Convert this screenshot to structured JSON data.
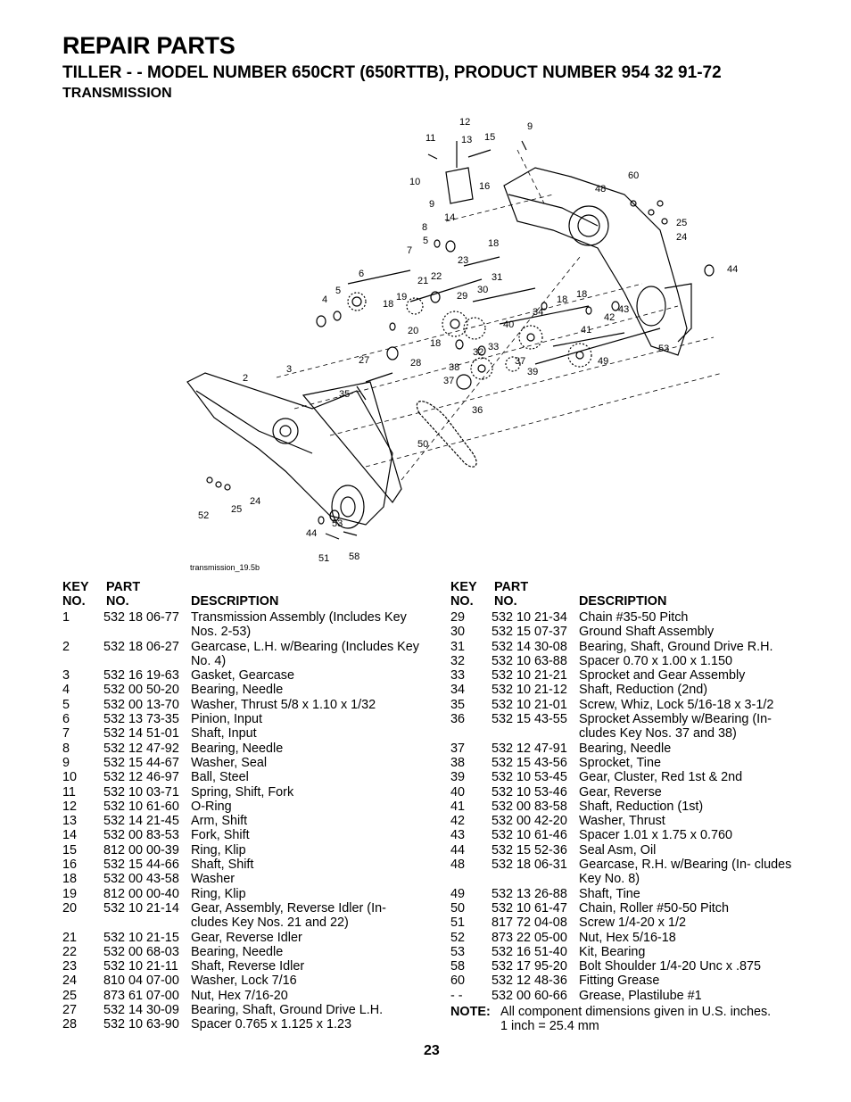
{
  "header": {
    "title": "REPAIR PARTS",
    "subtitle": "TILLER - - MODEL NUMBER 650CRT (650RTTB), PRODUCT NUMBER 954 32 91-72",
    "section": "TRANSMISSION"
  },
  "diagram": {
    "caption": "transmission_19.5b",
    "callouts": [
      "12",
      "9",
      "11",
      "13",
      "15",
      "10",
      "16",
      "60",
      "48",
      "9",
      "14",
      "25",
      "24",
      "8",
      "5",
      "18",
      "7",
      "23",
      "44",
      "6",
      "22",
      "31",
      "21",
      "4",
      "5",
      "19",
      "29",
      "30",
      "18",
      "18",
      "18",
      "34",
      "42",
      "43",
      "40",
      "41",
      "20",
      "18",
      "53",
      "33",
      "32",
      "27",
      "28",
      "3",
      "38",
      "37",
      "39",
      "49",
      "2",
      "37",
      "35",
      "36",
      "50",
      "24",
      "52",
      "25",
      "53",
      "44",
      "51",
      "58"
    ]
  },
  "table_headers": {
    "key_line1": "KEY",
    "key_line2": "NO.",
    "part_line1": "PART",
    "part_line2": "NO.",
    "desc": "DESCRIPTION"
  },
  "parts_left": [
    {
      "key": "1",
      "part": "532 18 06-77",
      "desc": "Transmission Assembly (Includes Key Nos. 2-53)"
    },
    {
      "key": "2",
      "part": "532 18 06-27",
      "desc": "Gearcase, L.H. w/Bearing (Includes Key No. 4)"
    },
    {
      "key": "3",
      "part": "532 16 19-63",
      "desc": "Gasket, Gearcase"
    },
    {
      "key": "4",
      "part": "532 00 50-20",
      "desc": "Bearing, Needle"
    },
    {
      "key": "5",
      "part": "532 00 13-70",
      "desc": "Washer, Thrust 5/8 x 1.10 x 1/32"
    },
    {
      "key": "6",
      "part": "532 13 73-35",
      "desc": "Pinion, Input"
    },
    {
      "key": "7",
      "part": "532 14 51-01",
      "desc": "Shaft, Input"
    },
    {
      "key": "8",
      "part": "532 12 47-92",
      "desc": "Bearing, Needle"
    },
    {
      "key": "9",
      "part": "532 15 44-67",
      "desc": "Washer, Seal"
    },
    {
      "key": "10",
      "part": "532 12 46-97",
      "desc": "Ball, Steel"
    },
    {
      "key": "11",
      "part": "532 10 03-71",
      "desc": "Spring, Shift, Fork"
    },
    {
      "key": "12",
      "part": "532 10 61-60",
      "desc": "O-Ring"
    },
    {
      "key": "13",
      "part": "532 14 21-45",
      "desc": "Arm, Shift"
    },
    {
      "key": "14",
      "part": "532 00 83-53",
      "desc": "Fork, Shift"
    },
    {
      "key": "15",
      "part": "812 00 00-39",
      "desc": "Ring, Klip"
    },
    {
      "key": "16",
      "part": "532 15 44-66",
      "desc": "Shaft, Shift"
    },
    {
      "key": "18",
      "part": "532 00 43-58",
      "desc": "Washer"
    },
    {
      "key": "19",
      "part": "812 00 00-40",
      "desc": "Ring, Klip"
    },
    {
      "key": "20",
      "part": "532 10 21-14",
      "desc": "Gear, Assembly, Reverse Idler (In- cludes Key Nos. 21 and 22)"
    },
    {
      "key": "21",
      "part": "532 10 21-15",
      "desc": "Gear, Reverse Idler"
    },
    {
      "key": "22",
      "part": "532 00 68-03",
      "desc": "Bearing, Needle"
    },
    {
      "key": "23",
      "part": "532 10 21-11",
      "desc": "Shaft, Reverse Idler"
    },
    {
      "key": "24",
      "part": "810 04 07-00",
      "desc": "Washer, Lock 7/16"
    },
    {
      "key": "25",
      "part": "873 61 07-00",
      "desc": "Nut, Hex 7/16-20"
    },
    {
      "key": "27",
      "part": "532 14 30-09",
      "desc": "Bearing, Shaft, Ground Drive L.H."
    },
    {
      "key": "28",
      "part": "532 10 63-90",
      "desc": "Spacer 0.765 x 1.125 x 1.23"
    }
  ],
  "parts_right": [
    {
      "key": "29",
      "part": "532 10 21-34",
      "desc": "Chain #35-50 Pitch"
    },
    {
      "key": "30",
      "part": "532 15 07-37",
      "desc": "Ground Shaft Assembly"
    },
    {
      "key": "31",
      "part": "532 14 30-08",
      "desc": "Bearing, Shaft, Ground Drive R.H."
    },
    {
      "key": "32",
      "part": "532 10 63-88",
      "desc": "Spacer 0.70 x 1.00 x 1.150"
    },
    {
      "key": "33",
      "part": "532 10 21-21",
      "desc": "Sprocket and Gear Assembly"
    },
    {
      "key": "34",
      "part": "532 10 21-12",
      "desc": "Shaft, Reduction (2nd)"
    },
    {
      "key": "35",
      "part": "532 10 21-01",
      "desc": "Screw, Whiz, Lock 5/16-18 x 3-1/2"
    },
    {
      "key": "36",
      "part": "532 15 43-55",
      "desc": "Sprocket Assembly w/Bearing (In- cludes Key Nos. 37 and 38)"
    },
    {
      "key": "37",
      "part": "532 12 47-91",
      "desc": "Bearing, Needle"
    },
    {
      "key": "38",
      "part": "532 15 43-56",
      "desc": "Sprocket, Tine"
    },
    {
      "key": "39",
      "part": "532 10 53-45",
      "desc": "Gear, Cluster, Red 1st & 2nd"
    },
    {
      "key": "40",
      "part": "532 10 53-46",
      "desc": "Gear, Reverse"
    },
    {
      "key": "41",
      "part": "532 00 83-58",
      "desc": "Shaft, Reduction (1st)"
    },
    {
      "key": "42",
      "part": "532 00 42-20",
      "desc": "Washer, Thrust"
    },
    {
      "key": "43",
      "part": "532 10 61-46",
      "desc": "Spacer 1.01 x 1.75 x 0.760"
    },
    {
      "key": "44",
      "part": "532 15 52-36",
      "desc": "Seal Asm, Oil"
    },
    {
      "key": "48",
      "part": "532 18 06-31",
      "desc": "Gearcase, R.H. w/Bearing (In- cludes Key No. 8)"
    },
    {
      "key": "49",
      "part": "532 13 26-88",
      "desc": "Shaft, Tine"
    },
    {
      "key": "50",
      "part": "532 10 61-47",
      "desc": "Chain, Roller #50-50 Pitch"
    },
    {
      "key": "51",
      "part": "817 72 04-08",
      "desc": "Screw 1/4-20 x 1/2"
    },
    {
      "key": "52",
      "part": "873 22 05-00",
      "desc": "Nut, Hex 5/16-18"
    },
    {
      "key": "53",
      "part": "532 16 51-40",
      "desc": "Kit, Bearing"
    },
    {
      "key": "58",
      "part": "532 17 95-20",
      "desc": "Bolt Shoulder 1/4-20 Unc x .875"
    },
    {
      "key": "60",
      "part": "532 12 48-36",
      "desc": "Fitting Grease"
    },
    {
      "key": "- -",
      "part": "532 00 60-66",
      "desc": "Grease, Plastilube #1"
    }
  ],
  "note": {
    "label": "NOTE:",
    "line1": "All component dimensions given in U.S. inches.",
    "line2": "1 inch = 25.4 mm"
  },
  "page_number": "23"
}
